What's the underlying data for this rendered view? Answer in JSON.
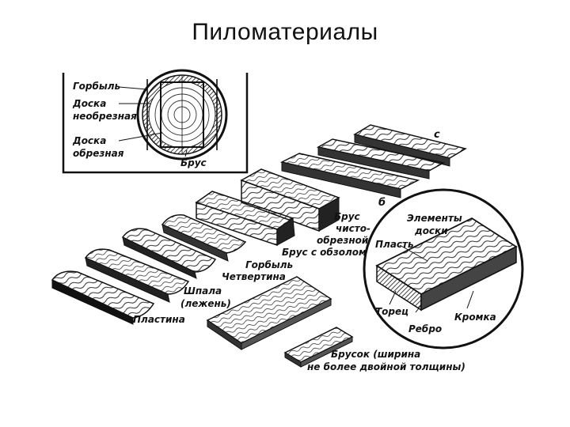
{
  "slide": {
    "title": "Пиломатериалы"
  },
  "inset_log": {
    "label_gorbyl": "Горбыль",
    "label_doska_neobreznaya_1": "Доска",
    "label_doska_neobreznaya_2": "необрезная",
    "label_doska_obreznaya_1": "Доска",
    "label_doska_obreznaya_2": "обрезная",
    "label_brus": "Брус"
  },
  "pieces": {
    "label_brus_chisto_1": "Брус",
    "label_brus_chisto_2": "чисто-",
    "label_brus_chisto_3": "обрезной",
    "label_brus_obzol": "Брус с обзолом",
    "label_gorbyl": "Горбыль",
    "label_chetvertina": "Четвертина",
    "label_shpala_1": "Шпала",
    "label_shpala_2": "(лежень)",
    "label_plastina": "Пластина",
    "label_brusok_1": "Брусок (ширина",
    "label_brusok_2": "не более двойной толщины)",
    "label_c": "с",
    "label_b": "б"
  },
  "elements_inset": {
    "title_1": "Элементы",
    "title_2": "доски",
    "label_plast": "Пласть",
    "label_torec": "Торец",
    "label_rebro": "Ребро",
    "label_kromka": "Кромка"
  }
}
